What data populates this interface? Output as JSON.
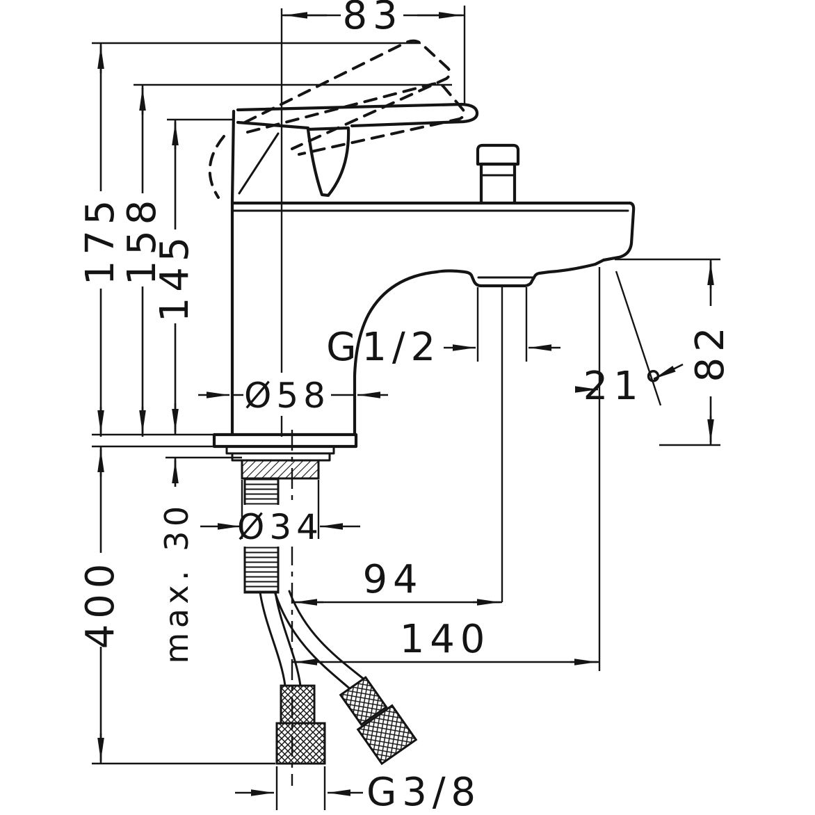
{
  "drawing": {
    "colors": {
      "background": "#ffffff",
      "line": "#141414"
    },
    "labels": {
      "width_top": "83",
      "height_overall": "175",
      "height_lever_mid": "158",
      "height_body": "145",
      "thread_handshower": "G1/2",
      "dia_body": "Ø58",
      "dia_shank": "Ø34",
      "max_deck": "max. 30",
      "hose_length": "400",
      "offset_outlet": "94",
      "offset_spout": "140",
      "thread_supply": "G3/8",
      "height_spout": "82",
      "angle_outlet": "21°"
    }
  }
}
